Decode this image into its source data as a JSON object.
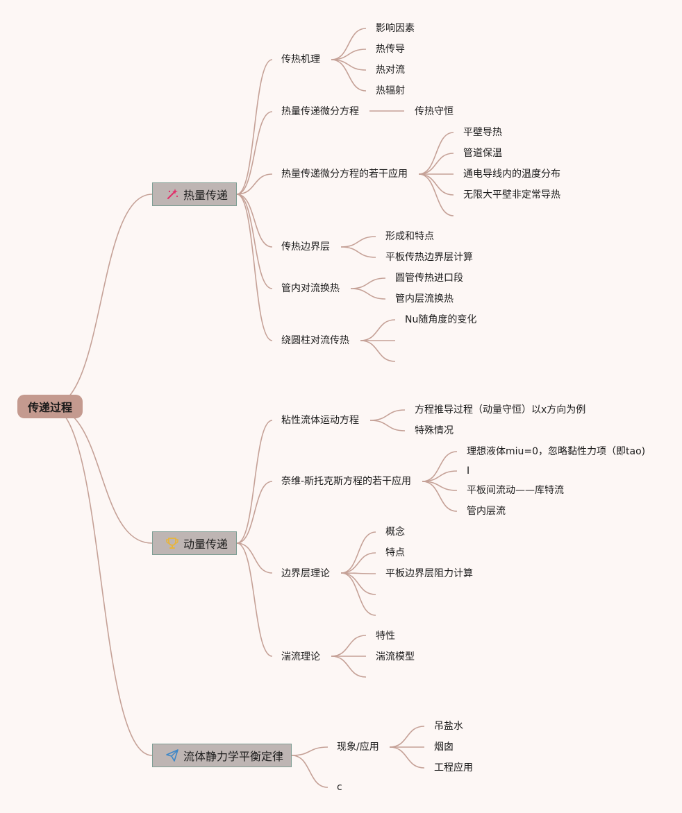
{
  "root": {
    "label": "传递过程"
  },
  "topics": {
    "heat": {
      "label": "热量传递",
      "icon": "magic-wand-icon",
      "branches": {
        "mechanism": {
          "label": "传热机理",
          "children": [
            "影响因素",
            "热传导",
            "热对流",
            "热辐射"
          ]
        },
        "diff_eq": {
          "label": "热量传递微分方程",
          "children": [
            "传热守恒"
          ]
        },
        "diff_app": {
          "label": "热量传递微分方程的若干应用",
          "children": [
            "平壁导热",
            "管道保温",
            "通电导线内的温度分布",
            "无限大平壁非定常导热"
          ]
        },
        "boundary": {
          "label": "传热边界层",
          "children": [
            "形成和特点",
            "平板传热边界层计算"
          ]
        },
        "tube": {
          "label": "管内对流换热",
          "children": [
            "圆管传热进口段",
            "管内层流换热"
          ]
        },
        "cylinder": {
          "label": "绕圆柱对流传热",
          "children": [
            "Nu随角度的变化"
          ]
        }
      }
    },
    "momentum": {
      "label": "动量传递",
      "icon": "trophy-icon",
      "branches": {
        "viscous": {
          "label": "粘性流体运动方程",
          "children": [
            "方程推导过程（动量守恒）以x方向为例",
            "特殊情况"
          ]
        },
        "ns": {
          "label": "奈维-斯托克斯方程的若干应用",
          "children": [
            "理想液体miu=0，忽略黏性力项（即tao)",
            "I",
            "平板间流动——库特流",
            "管内层流"
          ]
        },
        "bl": {
          "label": "边界层理论",
          "children": [
            "概念",
            "特点",
            "平板边界层阻力计算"
          ]
        },
        "turb": {
          "label": "湍流理论",
          "children": [
            "特性",
            "湍流模型"
          ]
        }
      }
    },
    "statics": {
      "label": "流体静力学平衡定律",
      "icon": "paper-plane-icon",
      "branches": {
        "phen": {
          "label": "现象/应用",
          "children": [
            "吊盐水",
            "烟囱",
            "工程应用"
          ]
        },
        "c": {
          "label": "c",
          "children": []
        }
      }
    }
  },
  "colors": {
    "line": "#c5a197",
    "root_fill": "#c49a8f",
    "topic_fill": "#beb5b3",
    "topic_border": "#7d9d93",
    "background": "#fdf7f5"
  }
}
